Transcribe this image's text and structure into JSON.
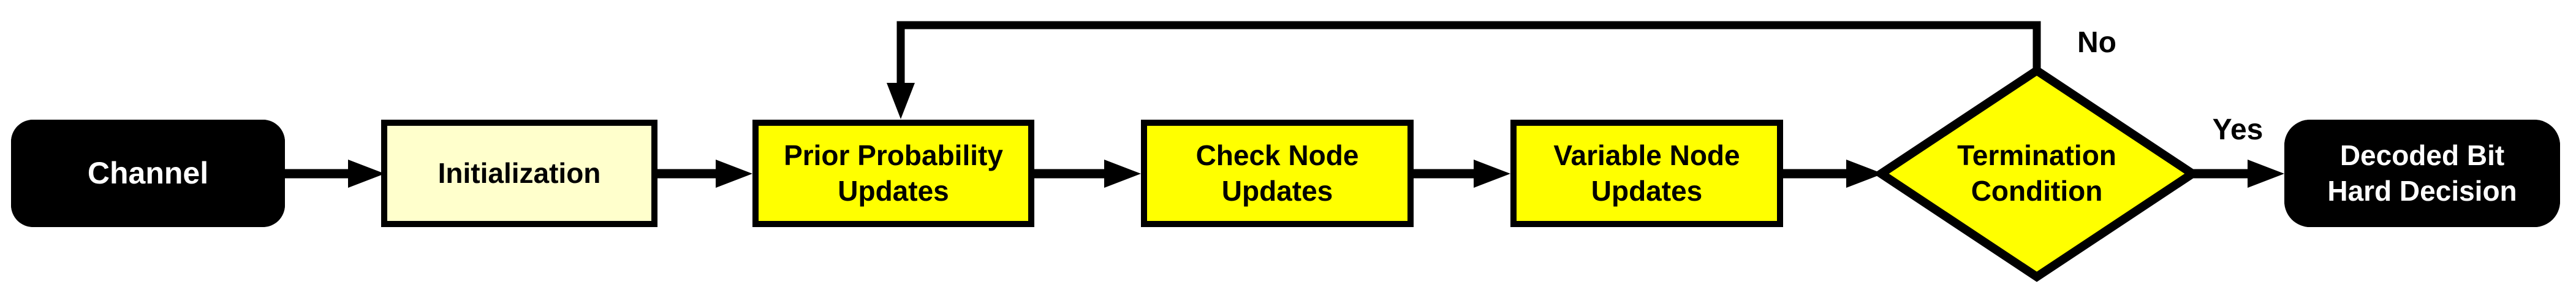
{
  "diagram": {
    "nodes": {
      "channel": {
        "label": "Channel"
      },
      "initialization": {
        "label": "Initialization"
      },
      "prior_probability_updates": {
        "line1": "Prior Probability",
        "line2": "Updates"
      },
      "check_node_updates": {
        "line1": "Check Node",
        "line2": "Updates"
      },
      "variable_node_updates": {
        "line1": "Variable Node",
        "line2": "Updates"
      },
      "termination_condition": {
        "line1": "Termination",
        "line2": "Condition"
      },
      "decoded_bit_hard_decision": {
        "line1": "Decoded Bit",
        "line2": "Hard Decision"
      }
    },
    "edge_labels": {
      "no": "No",
      "yes": "Yes"
    },
    "colors": {
      "background": "#FFFFFF",
      "terminal_fill": "#000000",
      "terminal_text": "#FFFFFF",
      "init_fill": "#FFFFCC",
      "process_fill": "#FFFF00",
      "line_color": "#000000",
      "process_text": "#000000"
    }
  }
}
